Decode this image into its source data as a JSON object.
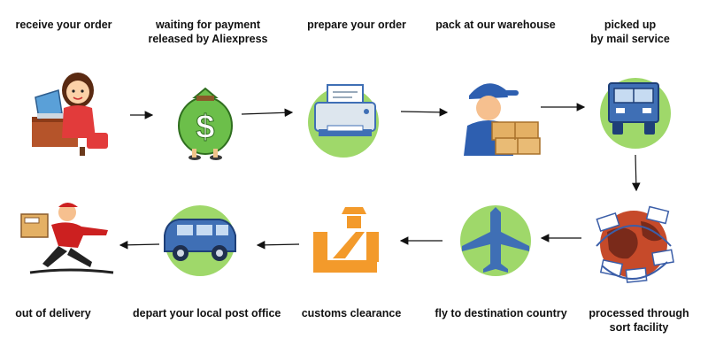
{
  "steps": [
    {
      "lines": [
        "receive your order"
      ],
      "icon": "customer-at-computer-icon"
    },
    {
      "lines": [
        "waiting for payment",
        "released by Aliexpress"
      ],
      "icon": "money-bag-icon"
    },
    {
      "lines": [
        "prepare your order"
      ],
      "icon": "printer-icon"
    },
    {
      "lines": [
        "pack at our warehouse"
      ],
      "icon": "warehouse-worker-icon"
    },
    {
      "lines": [
        "picked up",
        "by mail service"
      ],
      "icon": "mail-truck-icon"
    },
    {
      "lines": [
        "processed through",
        "sort facility"
      ],
      "icon": "globe-letters-icon"
    },
    {
      "lines": [
        "fly to destination country"
      ],
      "icon": "airplane-icon"
    },
    {
      "lines": [
        "customs clearance"
      ],
      "icon": "customs-officer-icon"
    },
    {
      "lines": [
        "depart your local post office"
      ],
      "icon": "delivery-van-icon"
    },
    {
      "lines": [
        "out of delivery"
      ],
      "icon": "running-courier-icon"
    }
  ],
  "colors": {
    "green": "#9fd86a",
    "blue": "#3f6fb5",
    "orange": "#f39a2b",
    "text": "#111111"
  }
}
